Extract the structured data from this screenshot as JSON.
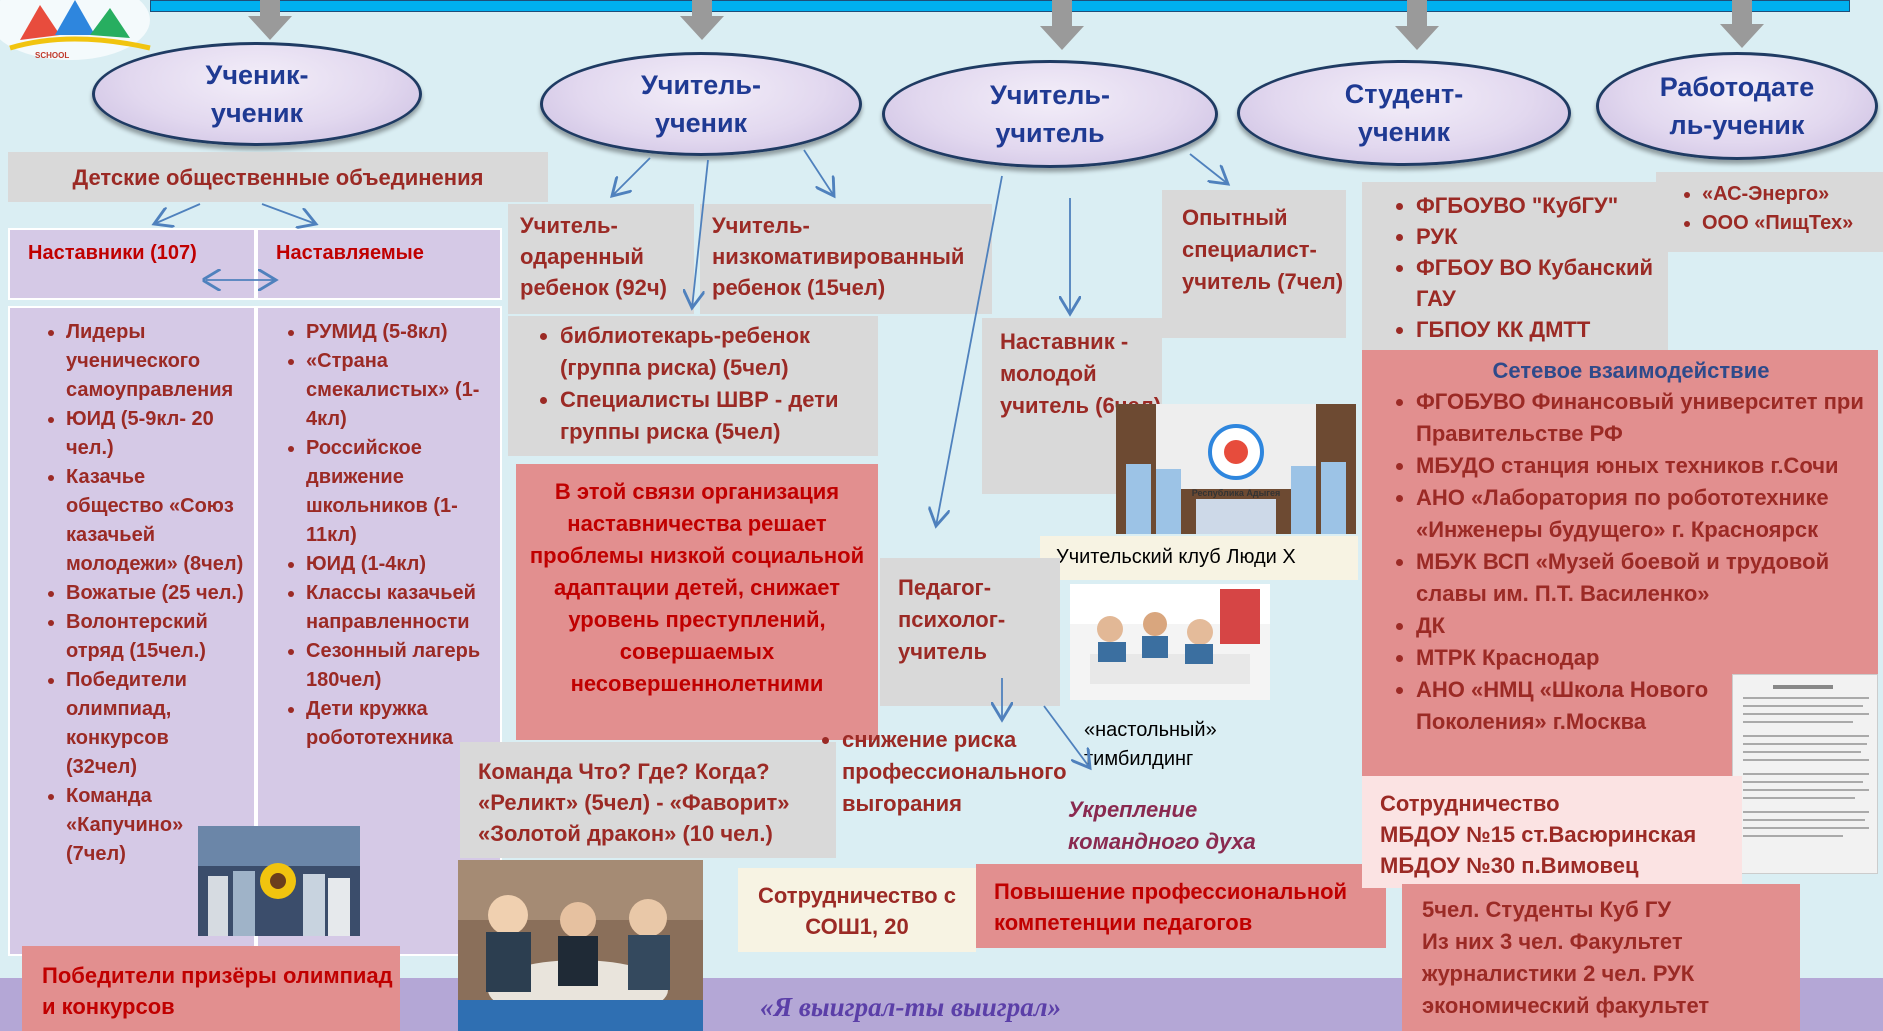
{
  "ovals": [
    {
      "line1": "Ученик-",
      "line2": "ученик"
    },
    {
      "line1": "Учитель-",
      "line2": "ученик"
    },
    {
      "line1": "Учитель-",
      "line2": "учитель"
    },
    {
      "line1": "Студент-",
      "line2": "ученик"
    },
    {
      "line1": "Работодате",
      "line2": "ль-ученик"
    }
  ],
  "col1": {
    "header": "Детские общественные объединения",
    "mentors_title": "Наставники (107)",
    "mentees_title": "Наставляемые",
    "mentors": [
      "Лидеры ученического самоуправления",
      "ЮИД (5-9кл- 20 чел.)",
      "Казачье общество «Союз казачьей молодежи» (8чел)",
      "Вожатые (25 чел.)",
      "Волонтерский отряд (15чел.)",
      "Победители олимпиад, конкурсов (32чел)",
      "Команда «Капучино» (7чел)"
    ],
    "mentees": [
      "РУМИД (5-8кл)",
      "«Страна смекалистых» (1-4кл)",
      "Российское движение школьников (1-11кл)",
      "ЮИД  (1-4кл)",
      "Классы казачьей направленности",
      "Сезонный лагерь 180чел)",
      "Дети кружка робототехника"
    ],
    "winners": "Победители призёры олимпиад и конкурсов"
  },
  "col2": {
    "gifted": "Учитель-одаренный ребенок  (92ч)",
    "low_motivated": "Учитель-низкомативированный ребенок (15чел)",
    "risk_items": [
      "библиотекарь-ребенок (группа риска) (5чел)",
      "Специалисты ШВР - дети группы риска (5чел)"
    ],
    "conclusion": "В этой связи организация наставничества решает проблемы низкой социальной адаптации детей, снижает уровень преступлений, совершаемых несовершеннолетними",
    "team_lines": [
      "Команда Что? Где? Когда?",
      "«Реликт» (5чел) - «Фаворит»",
      "«Золотой дракон» (10 чел.)"
    ]
  },
  "col3": {
    "mentor_young": "Наставник - молодой учитель (6чел)",
    "experienced": "Опытный специалист-учитель (7чел)",
    "psychologist": "Педагог-психолог-учитель",
    "club_caption": "Учительский клуб Люди Х",
    "burnout": "снижение  риска профессионального выгорания",
    "teambuilding": "«настольный» тимбилдинг",
    "team_spirit": "Укрепление командного духа",
    "cooperation": "Сотрудничество с СОШ1, 20",
    "competence": "Повышение профессиональной компетенции педагогов",
    "slogan": "«Я выиграл-ты выиграл»",
    "banner_text": "Республика Адыгея"
  },
  "col4": {
    "universities": [
      "ФГБОУВО \"КубГУ\"",
      "РУК",
      " ФГБОУ ВО Кубанский ГАУ",
      "ГБПОУ КК ДМТТ"
    ],
    "network_title": "Сетевое взаимодействие",
    "network_items": [
      "ФГОБУВО Финансовый университет при Правительстве РФ",
      "МБУДО станция юных техников г.Сочи",
      "АНО «Лаборатория по робототехнике «Инженеры будущего» г. Красноярск",
      "МБУК ВСП «Музей боевой и трудовой славы им. П.Т. Василенко»",
      "ДК",
      "МТРК Краснодар",
      "АНО «НМЦ «Школа Нового Поколения» г.Москва"
    ],
    "cooperation_lines": [
      "Сотрудничество",
      "МБДОУ №15 ст.Васюринская",
      "МБДОУ №30 п.Вимовец"
    ],
    "students_lines": [
      "5чел. Студенты Куб ГУ",
      "Из них 3 чел. Факультет",
      "журналистики 2 чел. РУК",
      "экономический факультет"
    ]
  },
  "col5": {
    "employers": [
      "«АС-Энерго»",
      "ООО «ПищТех»"
    ]
  },
  "colors": {
    "background": "#daeef3",
    "oval_text": "#1f3a93",
    "body_text": "#9b2a25",
    "highlight_text": "#c00000",
    "network_title": "#2f4a8a",
    "slogan": "#5b3fa8",
    "team_spirit": "#8a2a50",
    "arrows": "#4f81bd"
  }
}
